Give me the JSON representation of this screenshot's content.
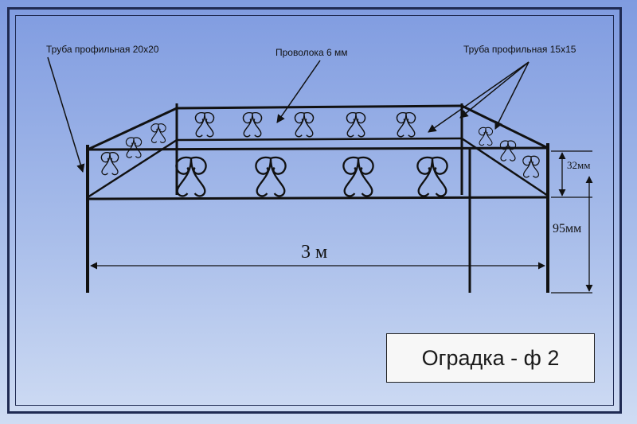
{
  "labels": {
    "pipe_left": "Труба профильная 20х20",
    "wire": "Проволока 6 мм",
    "pipe_right": "Труба профильная 15х15"
  },
  "dimensions": {
    "length": "3 м",
    "top_height": "32мм",
    "post_height": "95мм"
  },
  "title": "Оградка - ф 2",
  "colors": {
    "background_top": "#7f9be0",
    "background_bottom": "#cfdcf3",
    "frame": "#1f2a52",
    "metal": "#111111"
  }
}
